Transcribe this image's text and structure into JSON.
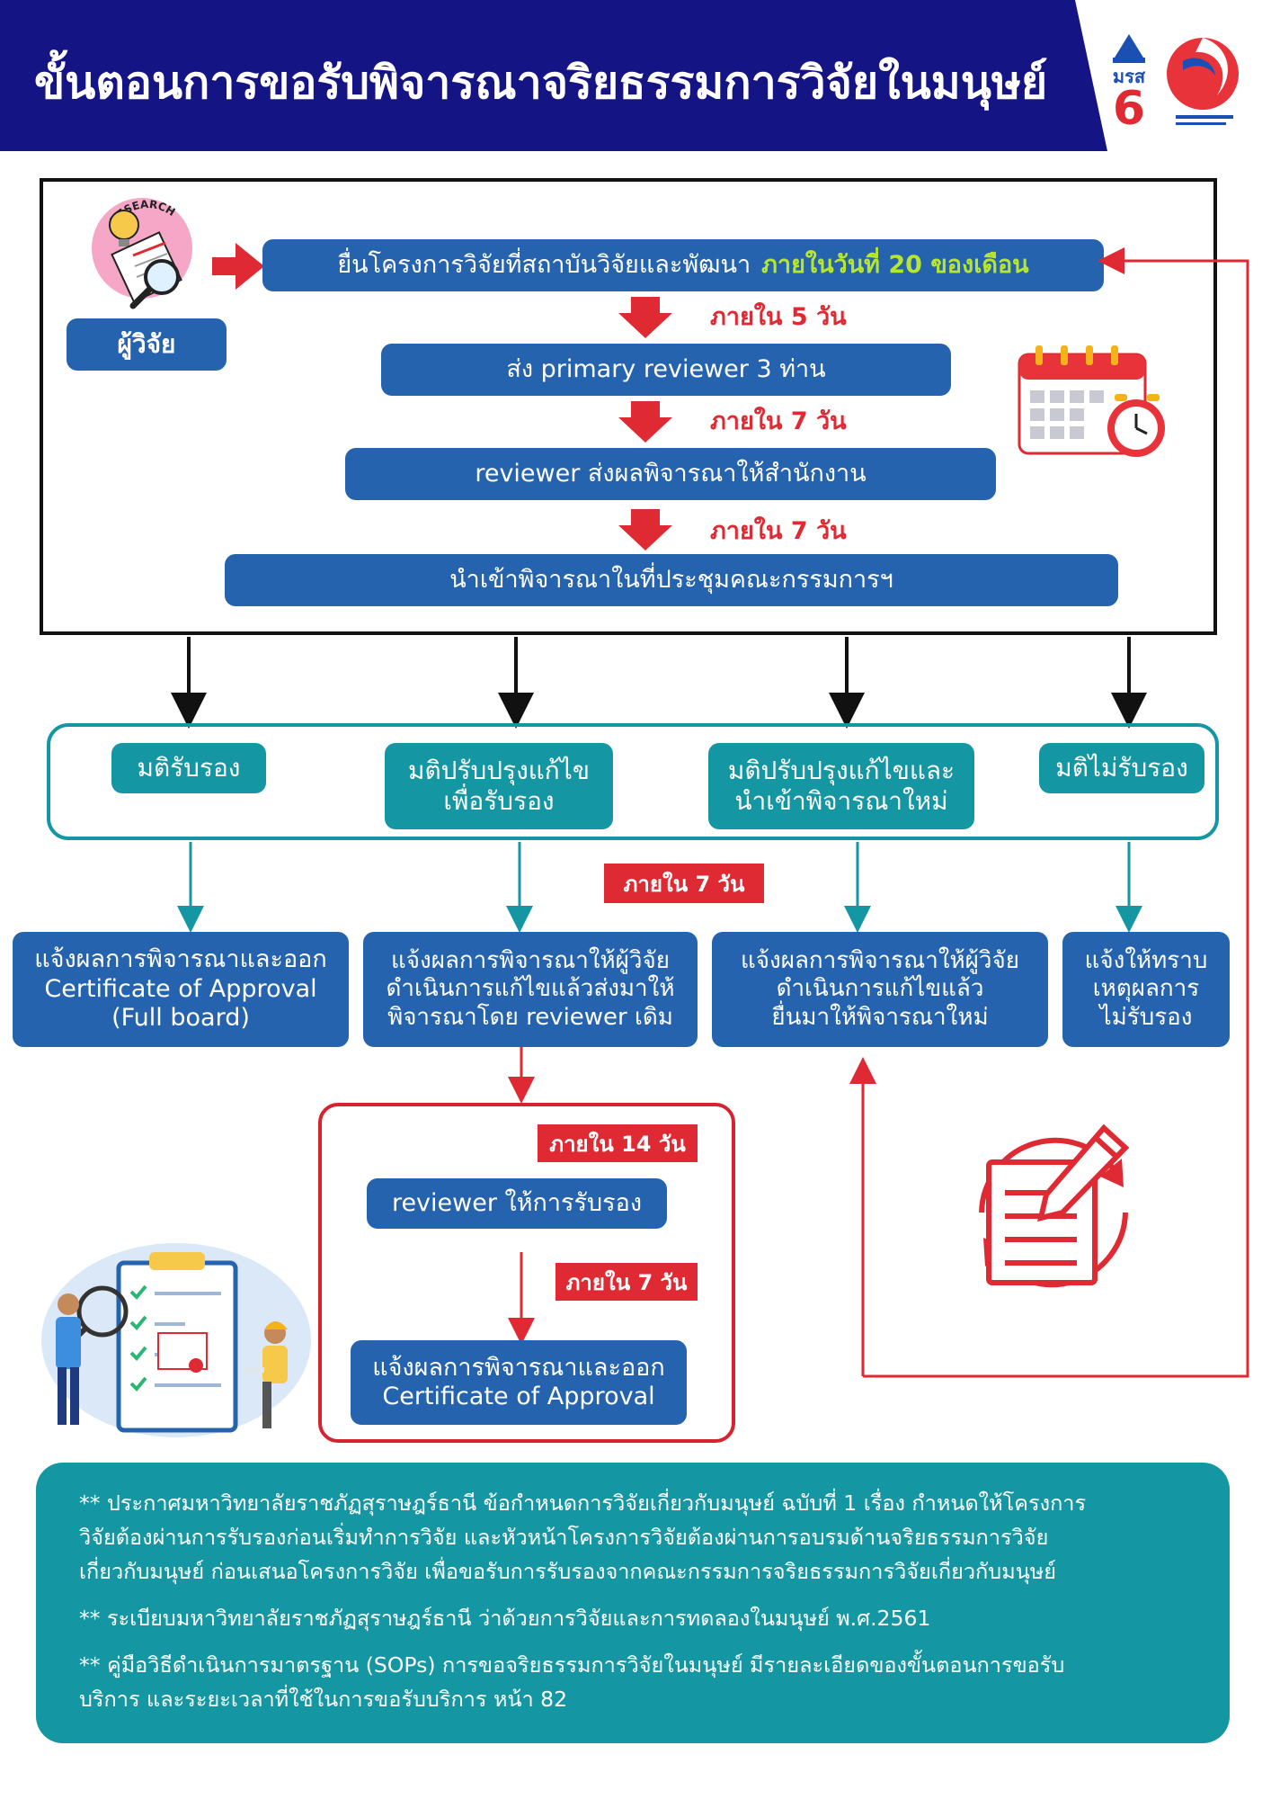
{
  "header": {
    "title": "ขั้นตอนการขอรับพิจารณาจริยธรรมการวิจัยในมนุษย์",
    "logo_text": "มรส",
    "colors": {
      "navy": "#141484",
      "blue": "#2563ae",
      "teal": "#1596a3",
      "red": "#e02a33"
    }
  },
  "researcher": {
    "label": "ผู้วิจัย",
    "badge_text": "RESEARCH"
  },
  "steps": [
    {
      "text": "ยื่นโครงการวิจัยที่สถาบันวิจัยและพัฒนา",
      "highlight": "ภายในวันที่ 20 ของเดือน"
    },
    {
      "text": "ส่ง primary reviewer 3 ท่าน"
    },
    {
      "text": "reviewer ส่งผลพิจารณาให้สำนักงาน"
    },
    {
      "text": "นำเข้าพิจารณาในที่ประชุมคณะกรรมการฯ"
    }
  ],
  "durations": [
    "ภายใน 5 วัน",
    "ภายใน 7 วัน",
    "ภายใน 7 วัน"
  ],
  "decisions": [
    {
      "lines": [
        "มติรับรอง"
      ]
    },
    {
      "lines": [
        "มติปรับปรุงแก้ไข",
        "เพื่อรับรอง"
      ]
    },
    {
      "lines": [
        "มติปรับปรุงแก้ไขและ",
        "นำเข้าพิจารณาใหม่"
      ]
    },
    {
      "lines": [
        "มติไม่รับรอง"
      ]
    }
  ],
  "decision_duration": "ภายใน 7 วัน",
  "outcomes": [
    {
      "lines": [
        "แจ้งผลการพิจารณาและออก",
        "Certificate of Approval",
        "(Full board)"
      ]
    },
    {
      "lines": [
        "แจ้งผลการพิจารณาให้ผู้วิจัย",
        "ดำเนินการแก้ไขแล้วส่งมาให้",
        "พิจารณาโดย reviewer เดิม"
      ]
    },
    {
      "lines": [
        "แจ้งผลการพิจารณาให้ผู้วิจัย",
        "ดำเนินการแก้ไขแล้ว",
        "ยื่นมาให้พิจารณาใหม่"
      ]
    },
    {
      "lines": [
        "แจ้งให้ทราบ",
        "เหตุผลการ",
        "ไม่รับรอง"
      ]
    }
  ],
  "sub_flow": {
    "duration1": "ภายใน 14 วัน",
    "step1": "reviewer ให้การรับรอง",
    "duration2": "ภายใน 7 วัน",
    "step2_lines": [
      "แจ้งผลการพิจารณาและออก",
      "Certificate of Approval"
    ]
  },
  "notes": [
    {
      "lines": [
        "** ประกาศมหาวิทยาลัยราชภัฏสุราษฎร์ธานี ข้อกำหนดการวิจัยเกี่ยวกับมนุษย์ ฉบับที่ 1 เรื่อง กำหนดให้โครงการ",
        "วิจัยต้องผ่านการรับรองก่อนเริ่มทำการวิจัย และหัวหน้าโครงการวิจัยต้องผ่านการอบรมด้านจริยธรรมการวิจัย",
        "เกี่ยวกับมนุษย์ ก่อนเสนอโครงการวิจัย เพื่อขอรับการรับรองจากคณะกรรมการจริยธรรมการวิจัยเกี่ยวกับมนุษย์"
      ]
    },
    {
      "lines": [
        "** ระเบียบมหาวิทยาลัยราชภัฏสุราษฎร์ธานี ว่าด้วยการวิจัยและการทดลองในมนุษย์ พ.ศ.2561"
      ]
    },
    {
      "lines": [
        "** คู่มือวิธีดำเนินการมาตรฐาน (SOPs) การขอจริยธรรมการวิจัยในมนุษย์ มีรายละเอียดของขั้นตอนการขอรับ",
        "บริการ  และระยะเวลาที่ใช้ในการขอรับบริการ  หน้า 82"
      ]
    }
  ]
}
